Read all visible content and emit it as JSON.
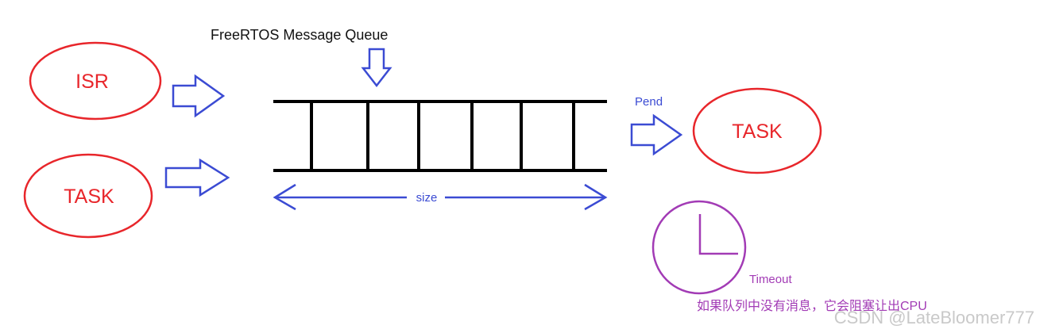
{
  "diagram": {
    "title": "FreeRTOS Message Queue",
    "senders": [
      {
        "label": "ISR"
      },
      {
        "label": "TASK"
      }
    ],
    "receiver": {
      "label": "TASK"
    },
    "pend_label": "Pend",
    "size_label": "size",
    "timeout_label": "Timeout",
    "note": "如果队列中没有消息，它会阻塞让出CPU",
    "watermark": "CSDN @LateBloomer777",
    "colors": {
      "ellipse": "#e8262b",
      "arrow": "#3b4bd3",
      "queue": "#000000",
      "clock": "#a23bb5"
    }
  }
}
